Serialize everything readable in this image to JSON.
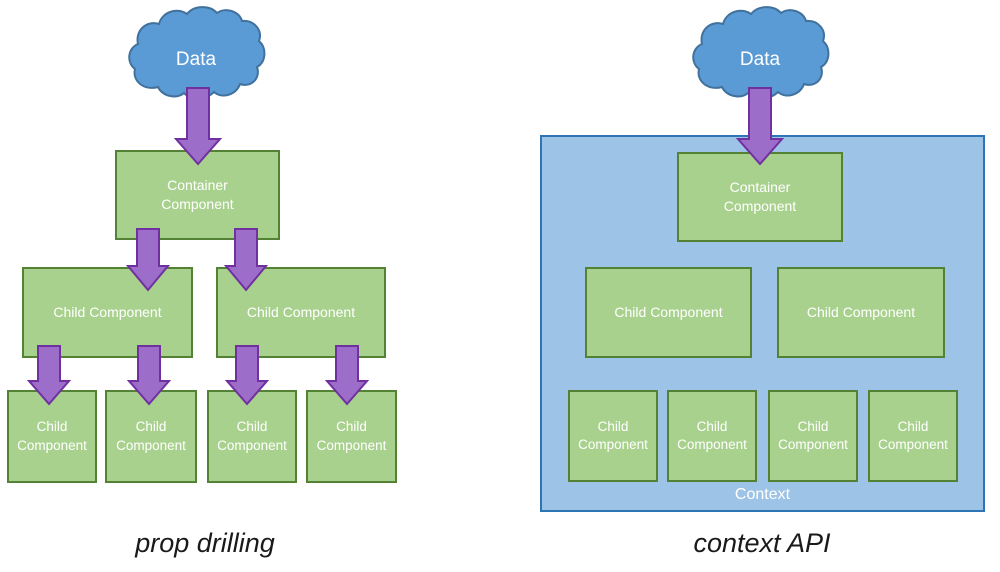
{
  "colors": {
    "box_fill": "#A9D18E",
    "box_border": "#548235",
    "arrow_fill": "#9D6EC9",
    "arrow_border": "#7030A0",
    "cloud_fill": "#5B9BD5",
    "cloud_border": "#41719C",
    "context_fill": "#9DC3E6",
    "context_border": "#2E75B6",
    "label_color": "#FFFFFF",
    "caption_color": "#1A1A1A"
  },
  "left": {
    "cloud_label": "Data",
    "container_label": "Container Component",
    "child_labels": [
      "Child Component",
      "Child Component"
    ],
    "leaf_labels": [
      "Child Component",
      "Child Component",
      "Child Component",
      "Child Component"
    ],
    "caption": "prop drilling"
  },
  "right": {
    "cloud_label": "Data",
    "container_label": "Container Component",
    "child_labels": [
      "Child Component",
      "Child Component"
    ],
    "leaf_labels": [
      "Child Component",
      "Child Component",
      "Child Component",
      "Child Component"
    ],
    "context_label": "Context",
    "caption": "context API"
  }
}
